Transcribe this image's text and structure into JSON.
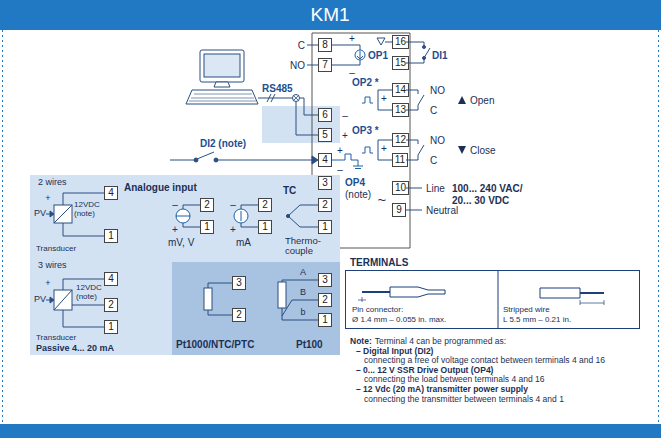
{
  "diagram": {
    "title": "KM1",
    "nodes": [
      {
        "text": [
          "8"
        ]
      },
      {
        "text": [
          "7"
        ]
      },
      {
        "text": [
          "6"
        ]
      },
      {
        "text": [
          "5"
        ]
      },
      {
        "text": [
          "4"
        ]
      },
      {
        "text": [
          "16"
        ]
      },
      {
        "text": [
          "15"
        ]
      },
      {
        "text": [
          "14"
        ]
      },
      {
        "text": [
          "13"
        ]
      },
      {
        "text": [
          "12"
        ]
      },
      {
        "text": [
          "11"
        ]
      },
      {
        "text": [
          "10"
        ]
      },
      {
        "text": [
          "9"
        ]
      },
      {
        "text": [
          "Analogue input"
        ]
      },
      {
        "text": [
          "4"
        ],
        "in": 13
      },
      {
        "text": [
          "1"
        ],
        "in": 13
      },
      {
        "text": [
          "2"
        ],
        "in": 13
      },
      {
        "text": [
          "1"
        ],
        "in": 13
      },
      {
        "text": [
          "2"
        ],
        "in": 13
      },
      {
        "text": [
          "1"
        ],
        "in": 13
      },
      {
        "text": [
          "3"
        ],
        "in": 13
      },
      {
        "text": [
          "2"
        ],
        "in": 13
      },
      {
        "text": [
          "1"
        ],
        "in": 13
      },
      {
        "text": [
          "4"
        ],
        "in": 13
      },
      {
        "text": [
          "2"
        ],
        "in": 13
      },
      {
        "text": [
          "1"
        ],
        "in": 13
      },
      {
        "text": [
          "Pt1000/NTC/PTC",
          "Pt100"
        ],
        "in": 13
      },
      {
        "text": [
          "3"
        ],
        "in": 26
      },
      {
        "text": [
          "2"
        ],
        "in": 26
      },
      {
        "text": [
          "3"
        ],
        "in": 26
      },
      {
        "text": [
          "2"
        ],
        "in": 26
      },
      {
        "text": [
          "1"
        ],
        "in": 26
      },
      {
        "text": [
          "TERMINALS",
          "Pin connector:",
          "Ø 1.4 mm – 0.055 in. max.",
          "Stripped wire",
          "L 5.5 mm – 0.21 in."
        ]
      }
    ],
    "labels": [
      "C",
      "NO",
      "+",
      "–",
      "OP1",
      "RS485",
      "–",
      "+",
      "DI2 (note)",
      "+",
      "–",
      "OP4",
      "(note)",
      "DI1",
      "OP2 *",
      "+",
      "NO",
      "C",
      "Open",
      "OP3 *",
      "+",
      "NO",
      "C",
      "Close",
      "~",
      "Line",
      "100... 240 VAC/",
      "20... 30 VDC",
      "Neutral",
      "2 wires",
      "12VDC",
      "(note)",
      "PV",
      "+",
      "Transducer",
      "mV, V",
      "–",
      "+",
      "mA",
      "–",
      "+",
      "TC",
      "Thermo- couple",
      "3 wires",
      "12VDC",
      "(note)",
      "PV",
      "+",
      "Transducer",
      "Passive 4... 20 mA",
      "A",
      "B",
      "b",
      "Note:",
      "Terminal 4 can be programmed as:",
      "– Digital Input (DI2)",
      "connecting a free of voltage contact between terminals 4 and 16",
      "– 0... 12 V SSR Drive Output (OP4)",
      "connecting the load between terminals 4 and 16",
      "– 12 Vdc (20 mA) transmitter power supply",
      "connecting the transmitter between terminals 4 and 1"
    ]
  }
}
